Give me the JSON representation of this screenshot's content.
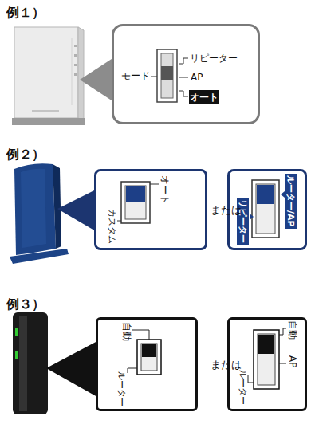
{
  "diagram": {
    "nodes": [
      {
        "text": [
          "モード",
          "リピーター",
          "AP",
          "オート"
        ]
      },
      {
        "text": [
          "オート",
          "カスタム"
        ]
      },
      {
        "text": [
          "リピーター",
          "ルーター/AP"
        ]
      },
      {
        "text": [
          "自動",
          "ルーター"
        ]
      },
      {
        "text": [
          "自動",
          "AP",
          "ルーター"
        ]
      }
    ],
    "labels": [
      "例１）",
      "例２）",
      "または",
      "例３）",
      "または"
    ]
  }
}
